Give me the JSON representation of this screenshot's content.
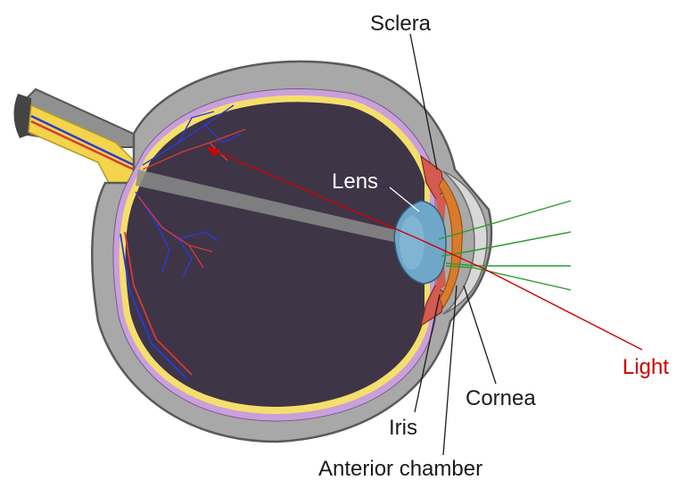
{
  "diagram": {
    "labels": {
      "sclera": "Sclera",
      "lens": "Lens",
      "light": "Light",
      "cornea": "Cornea",
      "iris": "Iris",
      "anterior_chamber": "Anterior chamber"
    },
    "colors": {
      "sclera_outer": "#8c8c8c",
      "sclera_fill": "#a6a6a6",
      "vitreous": "#3e3547",
      "retina": "#f5df6b",
      "choroid": "#c9a0dc",
      "lens": "#6fa7c9",
      "iris": "#d55a4f",
      "cornea": "#d8d8d8",
      "anterior_chamber": "#d97b2a",
      "optic_nerve": "#f3d44b",
      "light_ray_red": "#d40000",
      "light_ray_green": "#2e9b2e",
      "vessel_blue": "#2a3bd6",
      "vessel_red": "#d63a3a"
    }
  }
}
